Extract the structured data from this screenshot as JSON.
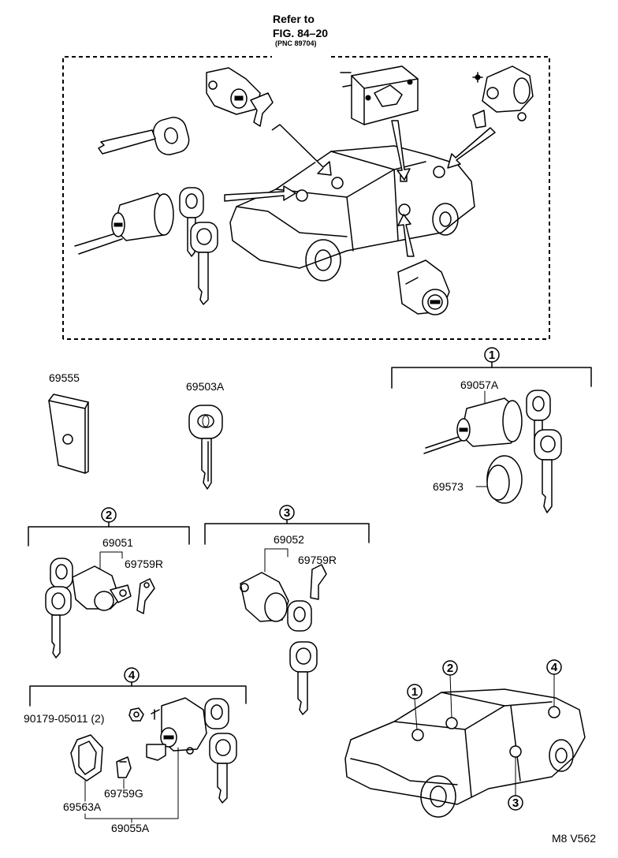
{
  "header": {
    "refer_line1": "Refer to",
    "refer_line2": "FIG. 84–20",
    "refer_line3": "(PNC 89704)"
  },
  "parts": {
    "p69555": "69555",
    "p69503A": "69503A",
    "p69057A": "69057A",
    "p69573": "69573",
    "p69051": "69051",
    "p69759R_a": "69759R",
    "p69052": "69052",
    "p69759R_b": "69759R",
    "p90179": "90179-05011 (2)",
    "p69759G": "69759G",
    "p69563A": "69563A",
    "p69055A": "69055A"
  },
  "groups": {
    "g1": "1",
    "g2": "2",
    "g3": "3",
    "g4": "4"
  },
  "locator": {
    "c1": "1",
    "c2": "2",
    "c3": "3",
    "c4": "4"
  },
  "footer": {
    "code": "M8 V562"
  }
}
